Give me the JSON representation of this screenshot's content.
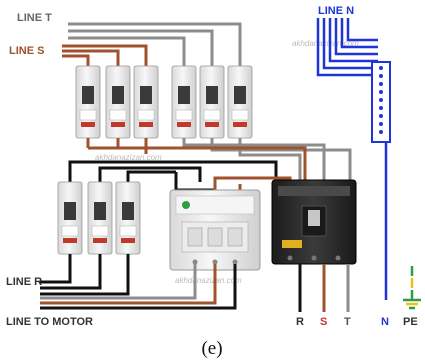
{
  "labels": {
    "line_t": "LINE T",
    "line_s": "LINE S",
    "line_n": "LINE N",
    "line_r": "LINE R",
    "line_to_motor": "LINE TO MOTOR",
    "terminal_r": "R",
    "terminal_s": "S",
    "terminal_t": "T",
    "terminal_n": "N",
    "terminal_pe": "PE",
    "caption": "(e)"
  },
  "watermarks": {
    "top": "akhdanazizan.com",
    "middle": "akhdanazizan.com",
    "bottom": "akhdanazizan.com"
  },
  "colors": {
    "grey_wire": "#8c8c8c",
    "brown_wire": "#a0522d",
    "black_wire": "#111111",
    "blue_wire": "#1f35d8",
    "red_label": "#c0392b",
    "label_grey": "#555555",
    "label_blue": "#1f35d8",
    "label_brown": "#a0522d",
    "breaker_body": "#eeeeee",
    "breaker_dark": "#2a2a2a",
    "earth_green": "#2e9e3e",
    "earth_yellow": "#e8c21c"
  }
}
